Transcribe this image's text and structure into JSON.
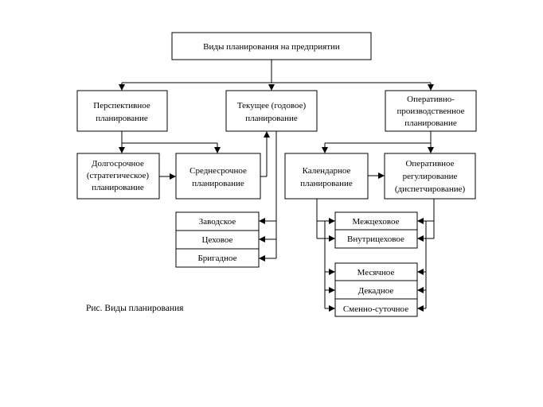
{
  "diagram": {
    "root": "Виды планирования на предприятии",
    "perspective": [
      "Перспективное",
      "планирование"
    ],
    "current": [
      "Текущее (годовое)",
      "планирование"
    ],
    "operative": [
      "Оперативно-",
      "производственное",
      "планирование"
    ],
    "longterm": [
      "Долгосрочное",
      "(стратегическое)",
      "планирование"
    ],
    "midterm": [
      "Среднесрочное",
      "планирование"
    ],
    "calendar": [
      "Календарное",
      "планирование"
    ],
    "regulation": [
      "Оперативное",
      "регулирование",
      "(диспетчирование)"
    ],
    "current_sub": [
      "Заводское",
      "Цеховое",
      "Бригадное"
    ],
    "shop_sub": [
      "Межцеховое",
      "Внутрицеховое"
    ],
    "period_sub": [
      "Месячное",
      "Декадное",
      "Сменно-суточное"
    ]
  },
  "caption": "Рис. Виды планирования",
  "colors": {
    "line": "#000000",
    "box_fill": "#ffffff",
    "text": "#000000"
  }
}
